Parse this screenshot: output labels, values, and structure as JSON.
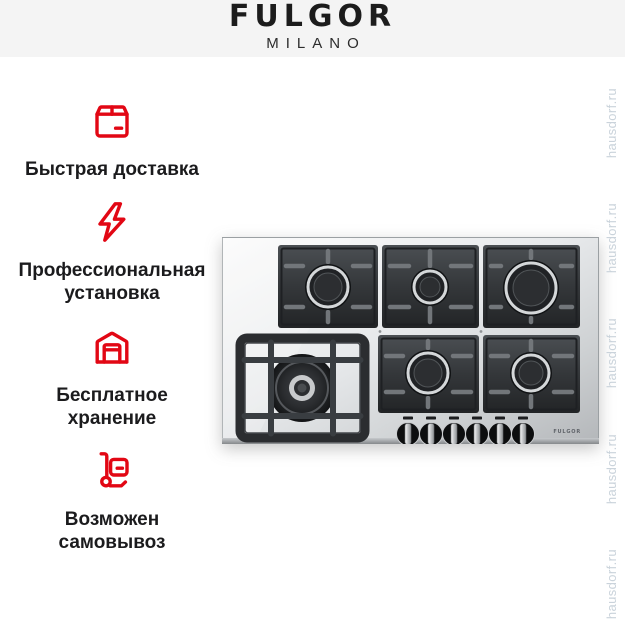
{
  "brand": {
    "name": "FULGOR",
    "city": "MILANO"
  },
  "benefits": [
    {
      "icon": "package-icon",
      "label": "Быстрая доставка"
    },
    {
      "icon": "lightning-icon",
      "label": "Профессиональная\nустановка"
    },
    {
      "icon": "warehouse-icon",
      "label": "Бесплатное\nхранение"
    },
    {
      "icon": "handtruck-icon",
      "label": "Возможен\nсамовывоз"
    }
  ],
  "product": {
    "description": "Stainless steel gas cooktop, 6 burners (incl. wok burner), 6 control knobs",
    "logo": "FULGOR",
    "burner_count": 6,
    "knob_count": 6
  },
  "watermark": {
    "text": "hausdorf.ru"
  },
  "colors": {
    "accent_red": "#e20714",
    "header_bg": "#f4f4f4",
    "text": "#1b1b1d",
    "watermark": "#cad3db",
    "panel_dark": "#303337",
    "steel": "#d6d9db"
  }
}
